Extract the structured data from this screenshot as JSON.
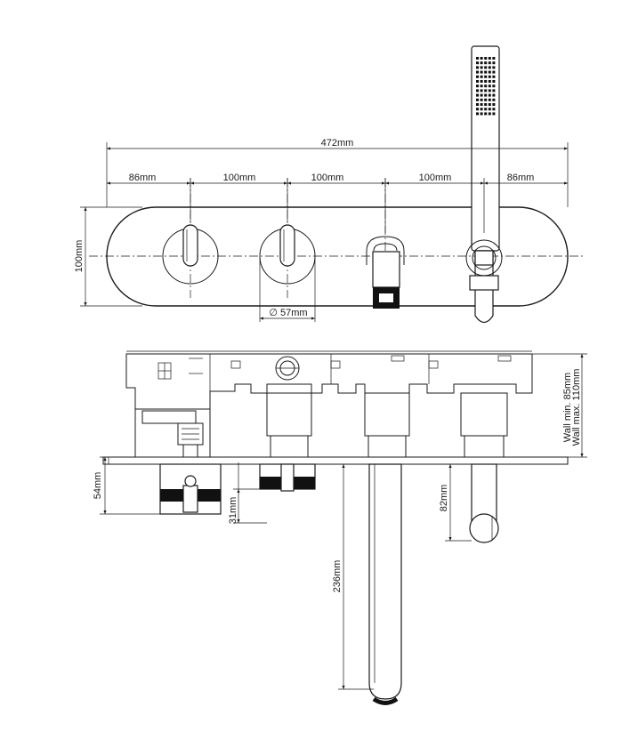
{
  "dimensions": {
    "total_width": "472mm",
    "seg_1": "86mm",
    "seg_2": "100mm",
    "seg_3": "100mm",
    "seg_4": "100mm",
    "seg_5": "86mm",
    "plate_height": "100mm",
    "handle_diameter": "∅ 57mm",
    "handle_depth": "54mm",
    "lever_offset": "31mm",
    "spout_length": "236mm",
    "holder_depth": "82mm",
    "wall_min": "Wall min. 85mm",
    "wall_max": "Wall max. 110mm"
  },
  "colors": {
    "line": "#1a1a1a",
    "background": "#ffffff"
  }
}
